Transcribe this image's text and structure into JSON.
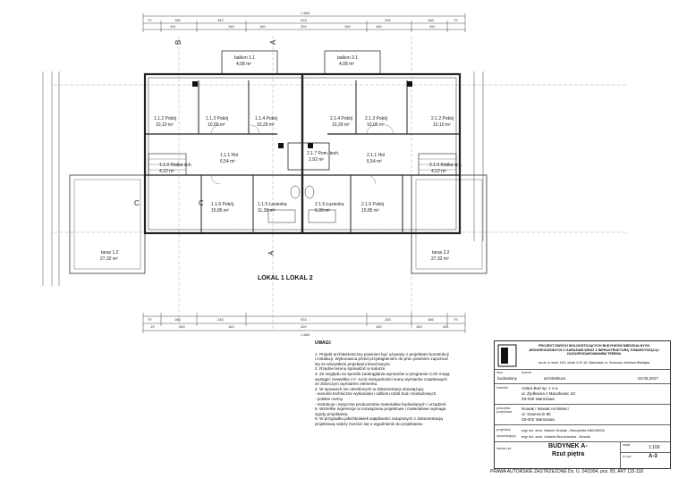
{
  "top_dims": {
    "total": "1 865",
    "row1": [
      "79",
      "186",
      "340",
      "933",
      "245",
      "186",
      "79"
    ],
    "row2": [
      "451",
      "160",
      "160",
      "320",
      "160",
      "160",
      "451"
    ]
  },
  "bottom_dims": {
    "row1": [
      "79",
      "186",
      "245",
      "933",
      "245",
      "186",
      "79"
    ],
    "row2": [
      "19",
      "160",
      "160",
      "320",
      "160",
      "160",
      "451"
    ],
    "total": "1 865"
  },
  "axis_labels": {
    "b_top": "B",
    "a_top": "A",
    "c_left": "C",
    "c_inner": "C",
    "a_bottom": "A"
  },
  "balconies": [
    {
      "name": "balkon 1.1",
      "area": "4,08 m²"
    },
    {
      "name": "balkon 2.1",
      "area": "4,08 m²"
    }
  ],
  "rooms": [
    {
      "name": "1.1.2 Pokój",
      "area": "10,10 m²"
    },
    {
      "name": "1.1.3 Pokój",
      "area": "10,00 m²"
    },
    {
      "name": "1.1.4 Pokój",
      "area": "10,29 m²"
    },
    {
      "name": "2.1.4 Pokój",
      "area": "10,29 m²"
    },
    {
      "name": "2.1.3 Pokój",
      "area": "10,00 m²"
    },
    {
      "name": "2.1.2 Pokój",
      "area": "10,10 m²"
    },
    {
      "name": "1.1.1 Hol",
      "area": "6,54 m²"
    },
    {
      "name": "2.1.1 Hol",
      "area": "6,54 m²"
    },
    {
      "name": "1.1.0 Klatka sch.",
      "area": "4,12 m²"
    },
    {
      "name": "2.1.0 Klatka sch.",
      "area": "4,12 m²"
    },
    {
      "name": "2.1.7 Pom. tech.",
      "area": "2,92 m²"
    },
    {
      "name": "1.1.6 Pokój",
      "area": "15,85 m²"
    },
    {
      "name": "1.1.5 Łazienka",
      "area": "11,38 m²"
    },
    {
      "name": "2.1.5 Łazienka",
      "area": "6,39 m²"
    },
    {
      "name": "2.1.6 Pokój",
      "area": "15,85 m²"
    }
  ],
  "terraces": [
    {
      "name": "taras 1.2",
      "area": "27,32 m²"
    },
    {
      "name": "taras 2.2",
      "area": "27,32 m²"
    }
  ],
  "lokal_label": "LOKAL 1  LOKAL 2",
  "notes": {
    "heading": "UWAGI:",
    "lines": [
      "1. Projekt architektoniczny powinien być używany z projektami konstrukcji",
      "i instalacji. Wykonawca przed przystąpieniem do prac powinien zapoznać",
      "się ze wszystkimi projektami branżowymi.",
      "2. Rzędne terenu sprawdzić w naturze.",
      "3. Ze względu na sposób zaokrąglania wymiarów w programie CAD mogą",
      "wystąpić niewielkie (+/- 1cm) niezgodności sumy wymiarów cząstkowych",
      "ze zbiorczym wymiarem elementu.",
      "4. W sprawach nie określonych w dokumentacji obowiązują:",
      "- warunki techniczne wykonania i odbioru robót bud.-montażowych.",
      "- polskie normy",
      "- instrukcje i wytyczne producentów materiałów budowlanych i urządzeń.",
      "5. Wszelkie ingerencje w rozwiązania projektowe i materiałowe wymaga",
      "zgody projektanta.",
      "6. W przypadku jakichkolwiek wątpliwości związanych z dokumentacją",
      "projektową należy zwrócić się o wyjaśnienie do projektanta."
    ]
  },
  "title_block": {
    "project_title": "PROJEKT DWÓCH WOLNOSTOJĄCYCH BUDYNKÓW MIESZKALNYCH JEDNORODZINNYCH Z GARAŻAMI WRAZ Z INFRASTRUKTURĄ TOWARZYSZĄCĄ I ZAGOSPODAROWANIEM TERENU",
    "project_location": "na dz. nr ewid. 14/3, obręb 4-02-16, Warszawa, ul. Sosnowa, dzielnica Białołęka",
    "faza_key": "faza",
    "faza_val": "budowlany",
    "branza_key": "branża",
    "branza_val": "architektura",
    "date": "04.05.2017",
    "inwestor_key": "inwestor",
    "inwestor": [
      "Adara Bud sp. z o.o.",
      "ul. Żydłowna z Mauzkowic 2d",
      "03-030 Warszawa"
    ],
    "jednostka_key": "jednostka projektowa",
    "jednostka": [
      "Nowak i Nowak Architekci",
      "ul. Szamocin 9b",
      "03-002 Warszawa"
    ],
    "projektant_key": "projektant",
    "projektant": "mgr inż. arch. Marcin Nowak - Buczyński   MA/039/05",
    "sprawdzajacy_key": "sprawdzający",
    "sprawdzajacy": "mgr inż. arch. Izabela Brzozowska - Nowak",
    "nazwa_key": "nazwa rys.",
    "drawing_name": "BUDYNEK A-",
    "drawing_sub": "Rzut piętra",
    "skala_key": "skala",
    "scale": "1:100",
    "nr_key": "nr rys.",
    "drawing_no": "A-3"
  },
  "footer": "PRAWA AUTORSKIE ZASTRZEŻONE Dz. U. 24/1994, poz. 83, ART 115-118"
}
